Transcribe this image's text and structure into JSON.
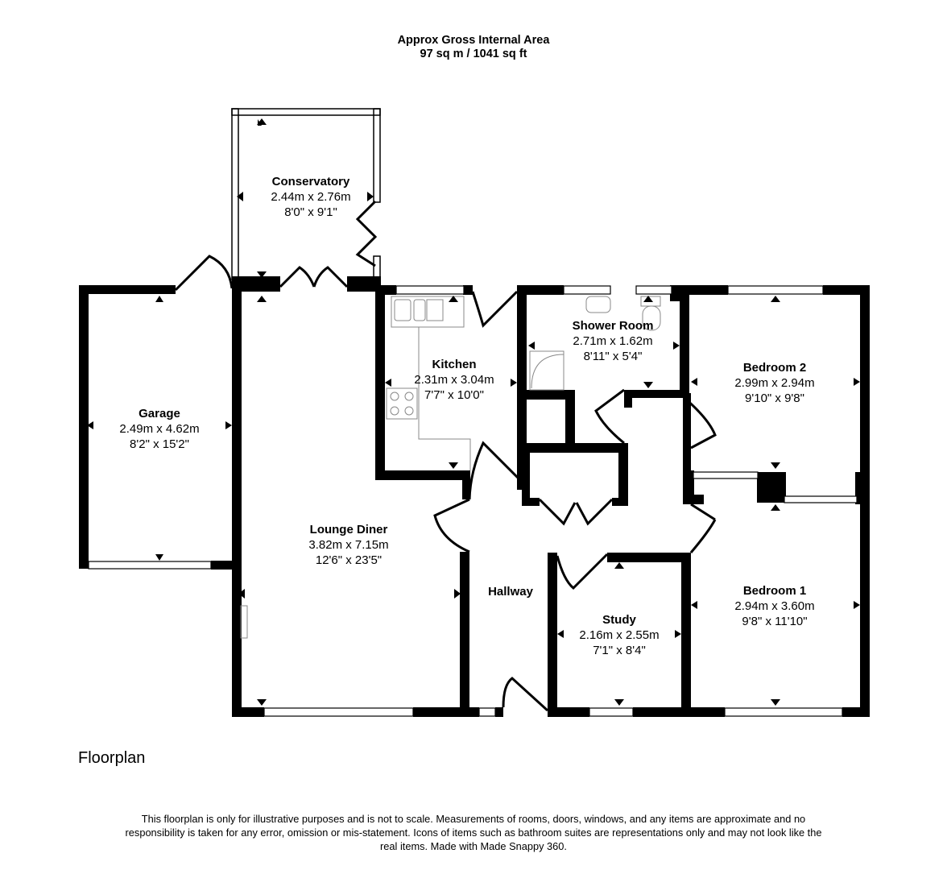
{
  "header": {
    "title": "Approx Gross Internal Area",
    "area": "97 sq m / 1041 sq ft"
  },
  "rooms": {
    "conservatory": {
      "name": "Conservatory",
      "metric": "2.44m x 2.76m",
      "imperial": "8'0\" x 9'1\""
    },
    "garage": {
      "name": "Garage",
      "metric": "2.49m x 4.62m",
      "imperial": "8'2\" x 15'2\""
    },
    "kitchen": {
      "name": "Kitchen",
      "metric": "2.31m x 3.04m",
      "imperial": "7'7\" x 10'0\""
    },
    "shower_room": {
      "name": "Shower Room",
      "metric": "2.71m x 1.62m",
      "imperial": "8'11\" x 5'4\""
    },
    "bedroom2": {
      "name": "Bedroom 2",
      "metric": "2.99m x 2.94m",
      "imperial": "9'10\" x 9'8\""
    },
    "lounge_diner": {
      "name": "Lounge Diner",
      "metric": "3.82m x 7.15m",
      "imperial": "12'6\" x 23'5\""
    },
    "hallway": {
      "name": "Hallway"
    },
    "study": {
      "name": "Study",
      "metric": "2.16m x 2.55m",
      "imperial": "7'1\" x 8'4\""
    },
    "bedroom1": {
      "name": "Bedroom 1",
      "metric": "2.94m x 3.60m",
      "imperial": "9'8\" x 11'10\""
    }
  },
  "caption": "Floorplan",
  "disclaimer": "This floorplan is only for illustrative purposes and is not to scale. Measurements of rooms, doors, windows, and any items are approximate and no responsibility is taken for any error, omission or mis-statement. Icons of items such as bathroom suites are representations only and may not look like the real items. Made with Made Snappy 360.",
  "colors": {
    "wall": "#000000",
    "fixture": "#888888",
    "background": "#ffffff"
  }
}
